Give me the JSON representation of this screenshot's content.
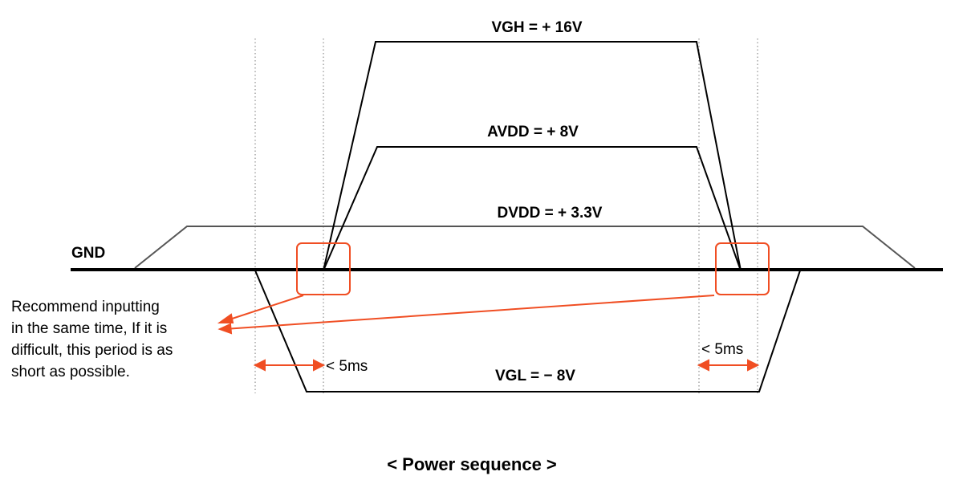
{
  "colors": {
    "line": "#000000",
    "dvdd_line": "#555555",
    "highlight": "#f04e23",
    "guide": "#777777"
  },
  "signals": {
    "vgh": "VGH = + 16V",
    "avdd": "AVDD = + 8V",
    "dvdd": "DVDD = + 3.3V",
    "gnd": "GND",
    "vgl": "VGL = − 8V"
  },
  "timing": {
    "left_delay": "< 5ms",
    "right_delay": "< 5ms"
  },
  "note": {
    "lines": [
      "Recommend inputting",
      "in the same time, If it is",
      "difficult, this period is as",
      "short as possible."
    ]
  },
  "caption": "< Power sequence >"
}
